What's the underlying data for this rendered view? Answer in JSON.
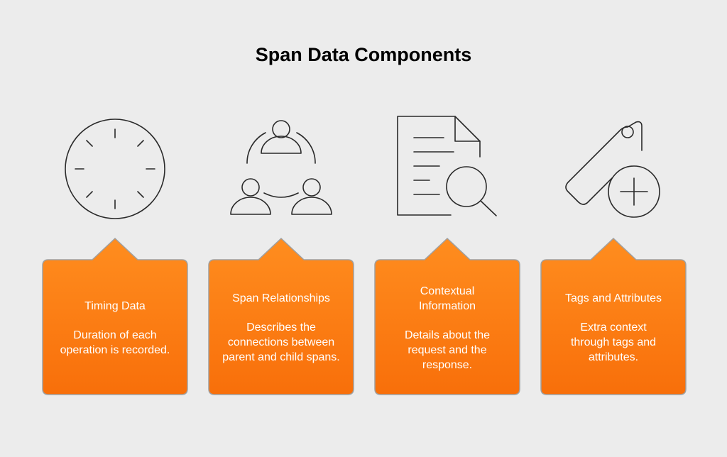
{
  "title": "Span Data Components",
  "colors": {
    "background": "#ececec",
    "card_top": "#ff8d1f",
    "card_bottom": "#f86f0a",
    "card_border": "#a0a0a0",
    "icon_stroke": "#2a2a2a",
    "text": "#ffffff"
  },
  "components": [
    {
      "icon": "clock-icon",
      "title": "Timing Data",
      "description": "Duration of each operation is recorded."
    },
    {
      "icon": "connected-users-icon",
      "title": "Span Relationships",
      "description": "Describes the connections between parent and child spans."
    },
    {
      "icon": "document-search-icon",
      "title": "Contextual Information",
      "description": "Details about the request and the response."
    },
    {
      "icon": "tag-add-icon",
      "title": "Tags and Attributes",
      "description": "Extra context through tags and attributes."
    }
  ]
}
